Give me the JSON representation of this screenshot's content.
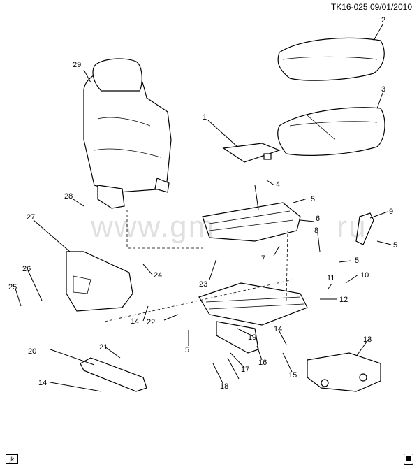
{
  "header": {
    "code": "TK16-025",
    "date": "09/01/2010"
  },
  "watermark": "www.gm",
  "watermark2": "ru",
  "badge": "jk",
  "callouts": [
    "1",
    "2",
    "3",
    "4",
    "5",
    "5",
    "5",
    "5",
    "6",
    "7",
    "8",
    "9",
    "10",
    "11",
    "12",
    "13",
    "14",
    "14",
    "14",
    "15",
    "16",
    "17",
    "18",
    "19",
    "20",
    "21",
    "22",
    "23",
    "24",
    "25",
    "26",
    "27",
    "28",
    "29"
  ]
}
